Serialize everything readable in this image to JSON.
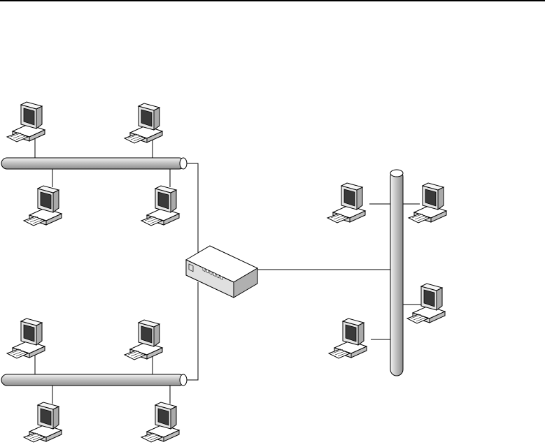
{
  "diagram": {
    "segments": [
      {
        "id": "segment-a",
        "orientation": "horizontal",
        "computers": 4
      },
      {
        "id": "segment-b",
        "orientation": "horizontal",
        "computers": 4
      },
      {
        "id": "segment-c",
        "orientation": "vertical",
        "computers": 4
      }
    ],
    "central_device": "router-box",
    "colors": {
      "line": "#000000",
      "bus_fill": "#d6d6d6",
      "monitor_face": "#e4e4e4",
      "screen": "#3a3a3a"
    },
    "icons": [
      "desktop-computer-icon",
      "network-bus-cable",
      "router-device-icon"
    ]
  }
}
